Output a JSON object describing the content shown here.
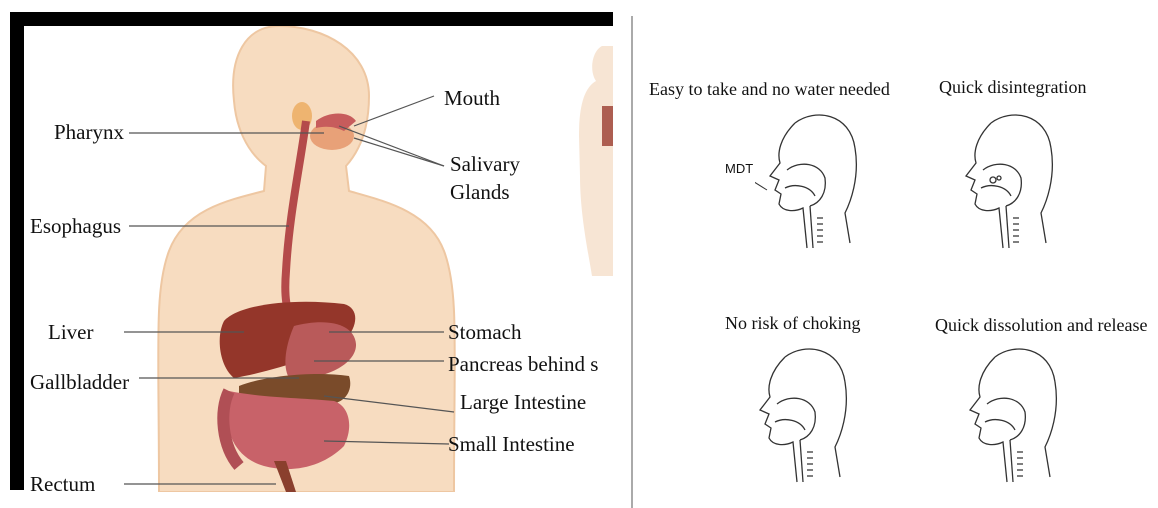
{
  "digestive_diagram": {
    "labels": {
      "mouth": "Mouth",
      "pharynx": "Pharynx",
      "salivary_glands_1": "Salivary",
      "salivary_glands_2": "Glands",
      "esophagus": "Esophagus",
      "liver": "Liver",
      "stomach": "Stomach",
      "gallbladder": "Gallbladder",
      "pancreas": "Pancreas behind s",
      "large_intestine": "Large Intestine",
      "small_intestine": "Small Intestine",
      "rectum": "Rectum"
    },
    "colors": {
      "skin": "#f7d8b8",
      "organ": "#9b3b2c",
      "intestine": "#c45e64",
      "frame": "#000000"
    }
  },
  "mdt_panel": {
    "captions": {
      "easy": "Easy to take and no water needed",
      "disintegration": "Quick disintegration",
      "choking": "No risk of choking",
      "dissolution": "Quick dissolution and release"
    },
    "mdt_label": "MDT"
  }
}
